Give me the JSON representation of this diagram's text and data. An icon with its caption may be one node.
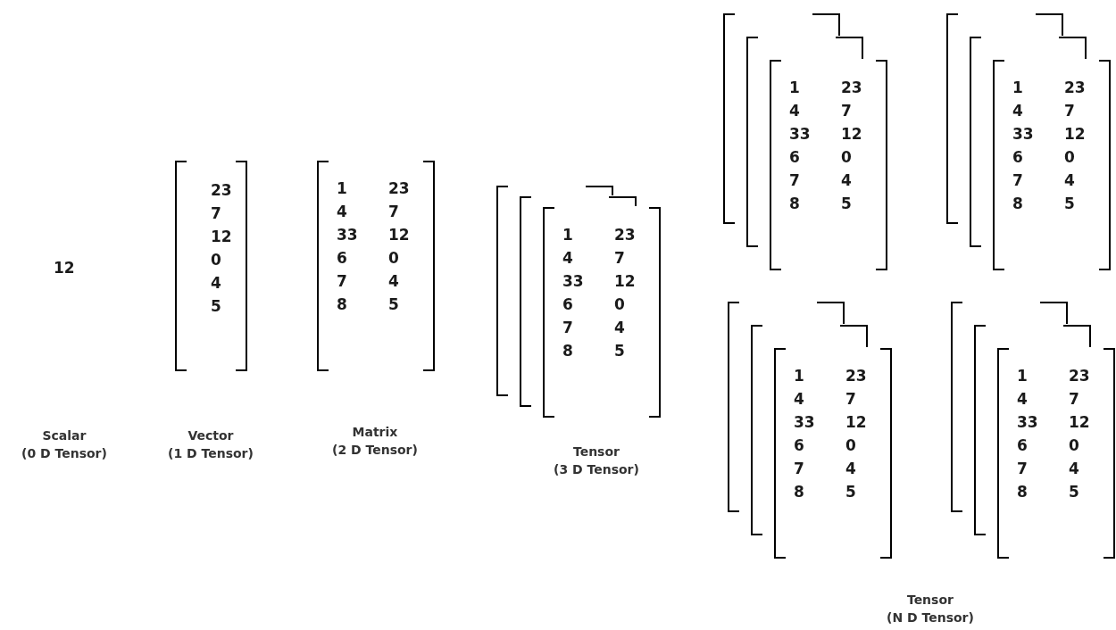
{
  "diagram": {
    "nodes": [
      {
        "text": [
          "23 7 12 0 4 5"
        ]
      },
      {
        "text": [
          "1 4 33 6 7 8",
          "23 7 12 0 4 5"
        ]
      },
      {
        "text": [
          "1 4 33 6 7 8",
          "23 7 12 0 4 5"
        ]
      },
      {
        "text": [
          "1 4 33 6 7 8",
          "23 7 12 0 4 5"
        ]
      },
      {
        "text": [
          "1 4 33 6 7 8",
          "23 7 12 0 4 5"
        ]
      },
      {
        "text": [
          "1 4 33 6 7 8",
          "23 7 12 0 4 5"
        ]
      },
      {
        "text": [
          "1 4 33 6 7 8",
          "23 7 12 0 4 5"
        ]
      }
    ],
    "edges": [],
    "labels": [
      "12",
      "Scalar (0 D Tensor)",
      "Vector (1 D Tensor)",
      "Matrix (2 D Tensor)",
      "Tensor (3 D Tensor)",
      "Tensor (N D Tensor)"
    ]
  }
}
